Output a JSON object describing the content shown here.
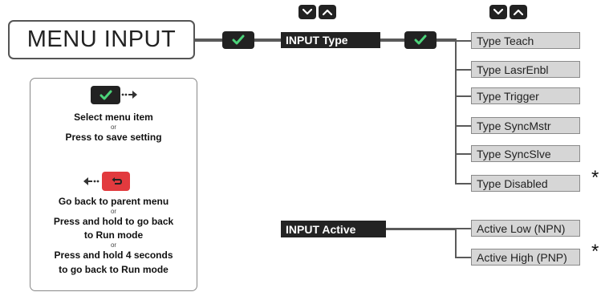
{
  "menu": {
    "title": "MENU INPUT"
  },
  "keys": {
    "select": "check-key",
    "up": "up-arrow-key",
    "down": "down-arrow-key",
    "back": "back-key"
  },
  "items": {
    "type_label": "INPUT Type",
    "active_label": "INPUT Active"
  },
  "type_options": [
    "Type Teach",
    "Type LasrEnbl",
    "Type Trigger",
    "Type SyncMstr",
    "Type SyncSlve",
    "Type Disabled"
  ],
  "active_options": [
    "Active Low (NPN)",
    "Active High (PNP)"
  ],
  "default_marker": "*",
  "legend": {
    "select_line1": "Select menu item",
    "or1": "or",
    "select_line2": "Press to save setting",
    "back_line1": "Go back to parent menu",
    "or2": "or",
    "back_line2": "Press and hold to go back",
    "back_line3": "to Run mode",
    "or3": "or",
    "back_line4": "Press and hold 4 seconds",
    "back_line5": "to go back to Run mode"
  },
  "colors": {
    "key_dark": "#222222",
    "key_red": "#e23a3e",
    "check_green": "#4cd37a",
    "option_fill": "#d6d6d6"
  }
}
